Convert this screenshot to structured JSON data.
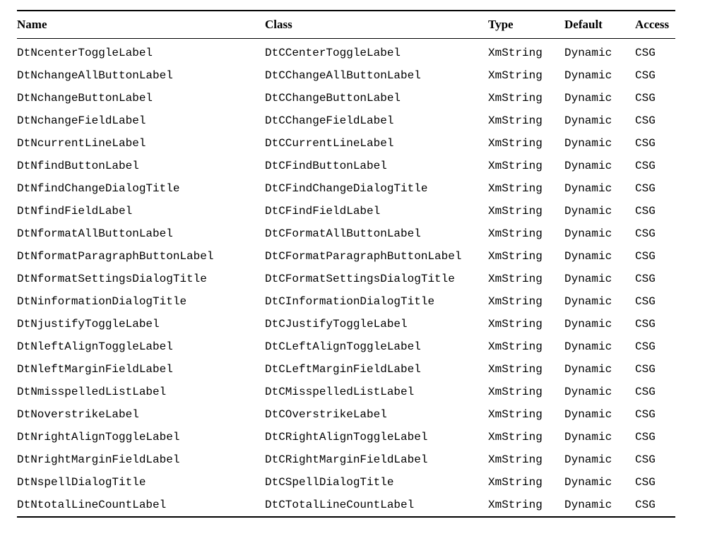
{
  "table": {
    "columns": [
      "Name",
      "Class",
      "Type",
      "Default",
      "Access"
    ],
    "rows": [
      {
        "name": "DtNcenterToggleLabel",
        "class": "DtCCenterToggleLabel",
        "type": "XmString",
        "default": "Dynamic",
        "access": "CSG"
      },
      {
        "name": "DtNchangeAllButtonLabel",
        "class": "DtCChangeAllButtonLabel",
        "type": "XmString",
        "default": "Dynamic",
        "access": "CSG"
      },
      {
        "name": "DtNchangeButtonLabel",
        "class": "DtCChangeButtonLabel",
        "type": "XmString",
        "default": "Dynamic",
        "access": "CSG"
      },
      {
        "name": "DtNchangeFieldLabel",
        "class": "DtCChangeFieldLabel",
        "type": "XmString",
        "default": "Dynamic",
        "access": "CSG"
      },
      {
        "name": "DtNcurrentLineLabel",
        "class": "DtCCurrentLineLabel",
        "type": "XmString",
        "default": "Dynamic",
        "access": "CSG"
      },
      {
        "name": "DtNfindButtonLabel",
        "class": "DtCFindButtonLabel",
        "type": "XmString",
        "default": "Dynamic",
        "access": "CSG"
      },
      {
        "name": "DtNfindChangeDialogTitle",
        "class": "DtCFindChangeDialogTitle",
        "type": "XmString",
        "default": "Dynamic",
        "access": "CSG"
      },
      {
        "name": "DtNfindFieldLabel",
        "class": "DtCFindFieldLabel",
        "type": "XmString",
        "default": "Dynamic",
        "access": "CSG"
      },
      {
        "name": "DtNformatAllButtonLabel",
        "class": "DtCFormatAllButtonLabel",
        "type": "XmString",
        "default": "Dynamic",
        "access": "CSG"
      },
      {
        "name": "DtNformatParagraphButtonLabel",
        "class": "DtCFormatParagraphButtonLabel",
        "type": "XmString",
        "default": "Dynamic",
        "access": "CSG"
      },
      {
        "name": "DtNformatSettingsDialogTitle",
        "class": "DtCFormatSettingsDialogTitle",
        "type": "XmString",
        "default": "Dynamic",
        "access": "CSG"
      },
      {
        "name": "DtNinformationDialogTitle",
        "class": "DtCInformationDialogTitle",
        "type": "XmString",
        "default": "Dynamic",
        "access": "CSG"
      },
      {
        "name": "DtNjustifyToggleLabel",
        "class": "DtCJustifyToggleLabel",
        "type": "XmString",
        "default": "Dynamic",
        "access": "CSG"
      },
      {
        "name": "DtNleftAlignToggleLabel",
        "class": "DtCLeftAlignToggleLabel",
        "type": "XmString",
        "default": "Dynamic",
        "access": "CSG"
      },
      {
        "name": "DtNleftMarginFieldLabel",
        "class": "DtCLeftMarginFieldLabel",
        "type": "XmString",
        "default": "Dynamic",
        "access": "CSG"
      },
      {
        "name": "DtNmisspelledListLabel",
        "class": "DtCMisspelledListLabel",
        "type": "XmString",
        "default": "Dynamic",
        "access": "CSG"
      },
      {
        "name": "DtNoverstrikeLabel",
        "class": "DtCOverstrikeLabel",
        "type": "XmString",
        "default": "Dynamic",
        "access": "CSG"
      },
      {
        "name": "DtNrightAlignToggleLabel",
        "class": "DtCRightAlignToggleLabel",
        "type": "XmString",
        "default": "Dynamic",
        "access": "CSG"
      },
      {
        "name": "DtNrightMarginFieldLabel",
        "class": "DtCRightMarginFieldLabel",
        "type": "XmString",
        "default": "Dynamic",
        "access": "CSG"
      },
      {
        "name": "DtNspellDialogTitle",
        "class": "DtCSpellDialogTitle",
        "type": "XmString",
        "default": "Dynamic",
        "access": "CSG"
      },
      {
        "name": "DtNtotalLineCountLabel",
        "class": "DtCTotalLineCountLabel",
        "type": "XmString",
        "default": "Dynamic",
        "access": "CSG"
      }
    ]
  }
}
